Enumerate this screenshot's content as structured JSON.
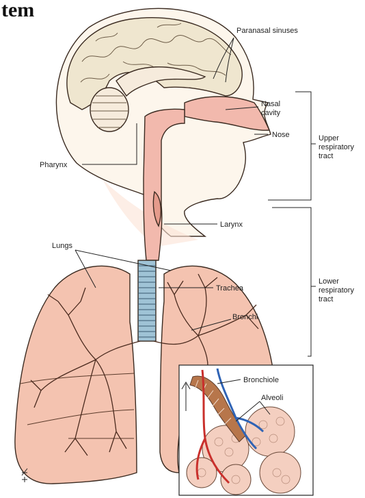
{
  "title_fragment": "tem",
  "labels": {
    "paranasal_sinuses": "Paranasal sinuses",
    "nasal_cavity_line1": "Nasal",
    "nasal_cavity_line2": "cavity",
    "nose": "Nose",
    "pharynx": "Pharynx",
    "larynx": "Larynx",
    "lungs": "Lungs",
    "trachea": "Trachea",
    "bronchi": "Bronchi",
    "bronchiole": "Bronchiole",
    "alveoli": "Alveoli"
  },
  "brackets": {
    "upper_line1": "Upper",
    "upper_line2": "respiratory",
    "upper_line3": "tract",
    "lower_line1": "Lower",
    "lower_line2": "respiratory",
    "lower_line3": "tract"
  },
  "colors": {
    "airway_pink": "#f2b9ad",
    "lung_fill": "#f4c3b0",
    "brain_fill": "#efe6cf",
    "skin_fill": "#fdf6ec",
    "trachea_blue": "#9fc3d6",
    "artery_red": "#c9302c",
    "vein_blue": "#2f63b5",
    "bronchiole_brown": "#b7764b"
  }
}
